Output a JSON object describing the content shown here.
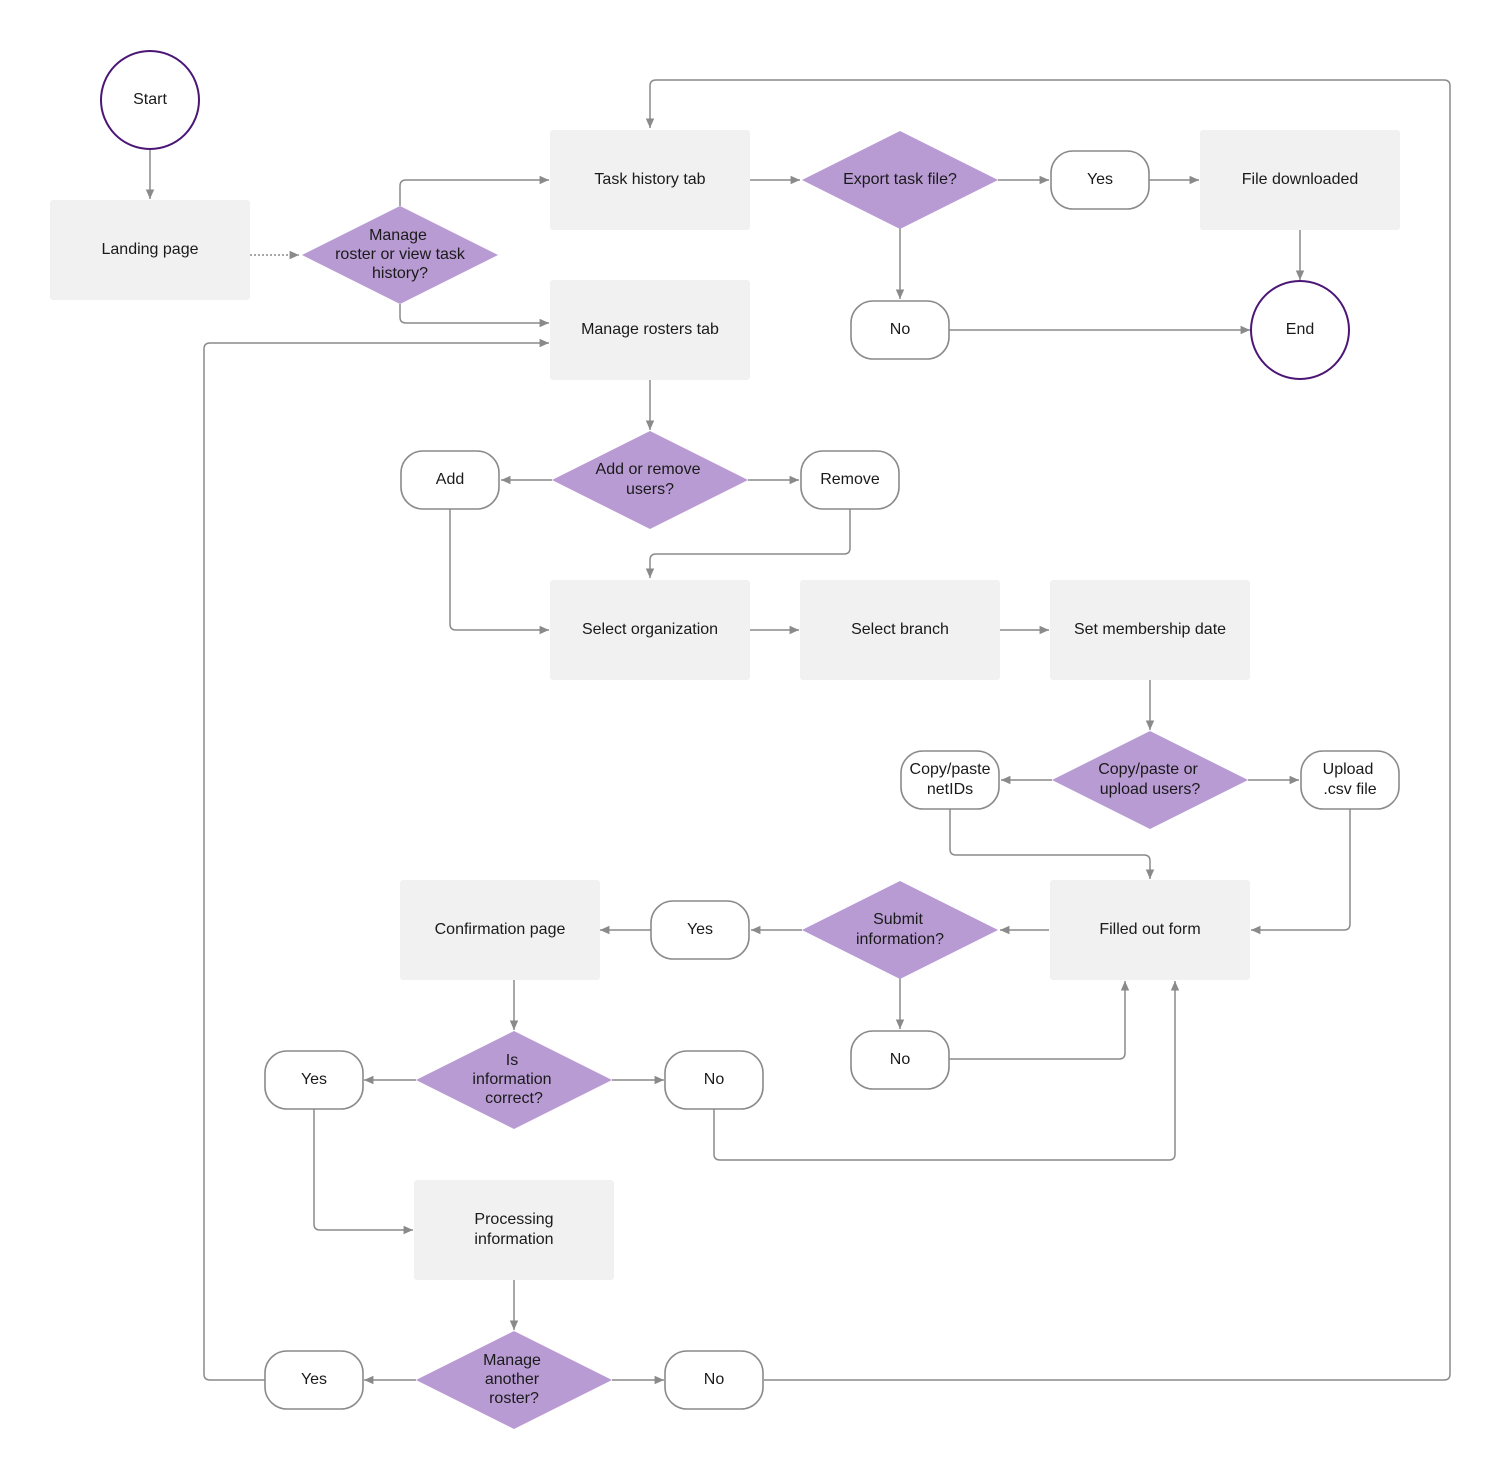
{
  "colors": {
    "process_fill": "#f1f1f1",
    "decision_fill": "#b99bd4",
    "terminal_stroke": "#4b1676",
    "edge": "#8a8a8a",
    "text": "#1a1a1a"
  },
  "nodes": {
    "start": "Start",
    "landing": "Landing page",
    "manage_or_view": [
      "Manage",
      "roster or view task",
      "history?"
    ],
    "task_history": "Task history tab",
    "export": "Export task file?",
    "export_yes": "Yes",
    "file_downloaded": "File downloaded",
    "export_no": "No",
    "end": "End",
    "manage_rosters": "Manage rosters tab",
    "add_remove": [
      "Add or remove",
      "users?"
    ],
    "add": "Add",
    "remove": "Remove",
    "select_org": "Select organization",
    "select_branch": "Select branch",
    "set_date": "Set membership date",
    "copy_upload": [
      "Copy/paste or",
      "upload users?"
    ],
    "copy_paste": [
      "Copy/paste",
      "netIDs"
    ],
    "upload_csv": [
      "Upload",
      ".csv file"
    ],
    "filled_form": "Filled out form",
    "submit": [
      "Submit",
      "information?"
    ],
    "submit_yes": "Yes",
    "submit_no": "No",
    "confirmation": "Confirmation page",
    "is_correct": [
      "Is",
      "information",
      "correct?"
    ],
    "correct_yes": "Yes",
    "correct_no": "No",
    "processing": [
      "Processing",
      "information"
    ],
    "another": [
      "Manage",
      "another",
      "roster?"
    ],
    "another_yes": "Yes",
    "another_no": "No"
  }
}
